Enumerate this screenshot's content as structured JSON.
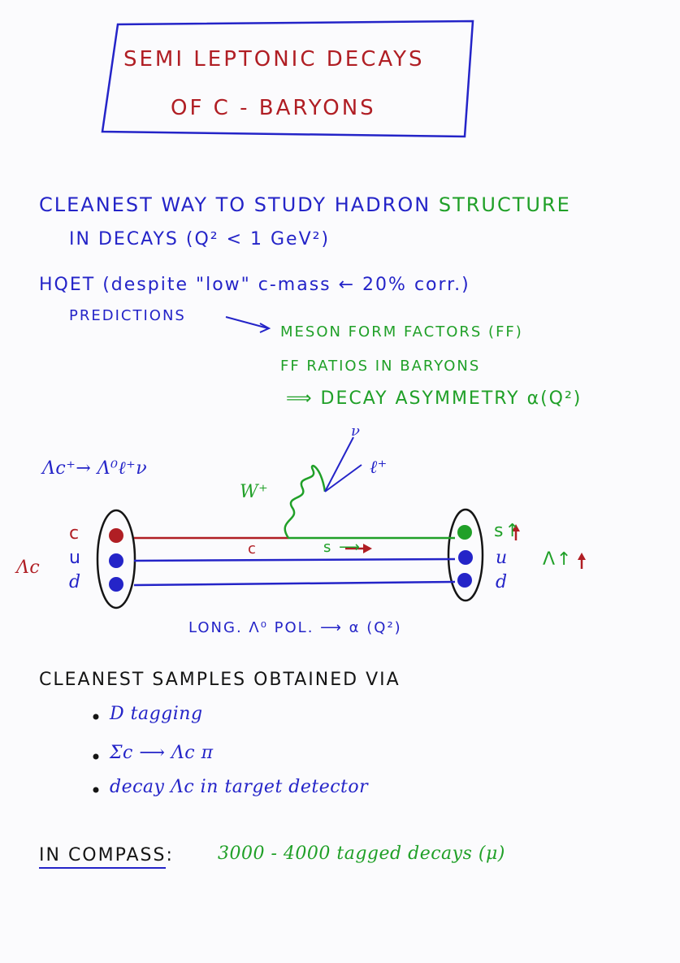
{
  "title": {
    "line1": "SEMI LEPTONIC DECAYS",
    "line2": "OF C - BARYONS",
    "box_color": "#2424c8",
    "text_color": "#b01e24"
  },
  "intro": {
    "line1_blue": "CLEANEST WAY TO STUDY HADRON",
    "line1_green": "STRUCTURE",
    "line2": "IN DECAYS (Q² < 1 GeV²)"
  },
  "hqet": {
    "line": "HQET (despite \"low\" c-mass ← 20% corr.)",
    "predictions": "PREDICTIONS",
    "item1": "MESON FORM FACTORS (FF)",
    "item2": "FF RATIOS IN BARYONS",
    "item3": "⟹ DECAY ASYMMETRY α(Q²)"
  },
  "diagram": {
    "reaction": "Λc⁺→ Λ⁰ℓ⁺ν",
    "w_label": "W⁺",
    "nu_label": "ν",
    "lepton_label": "ℓ⁺",
    "parent_label": "Λc",
    "left_quarks": [
      "c",
      "u",
      "d"
    ],
    "right_quarks": [
      "s↑",
      "u",
      "d"
    ],
    "daughter_label": "Λ↑",
    "c_line_label": "c",
    "s_line_label": "s ⟶",
    "polarization": "LONG. Λ⁰ POL. ⟶ α (Q²)",
    "colors": {
      "c": "#b01e24",
      "u": "#2424c8",
      "d": "#2424c8",
      "s": "#20a028"
    }
  },
  "samples": {
    "heading": "CLEANEST SAMPLES OBTAINED VIA",
    "bullets": [
      "D tagging",
      "Σc ⟶ Λc π",
      "decay Λc in target detector"
    ]
  },
  "compass": {
    "label": "IN COMPASS",
    "colon": ":",
    "value": "3000 - 4000 tagged decays (μ)"
  }
}
